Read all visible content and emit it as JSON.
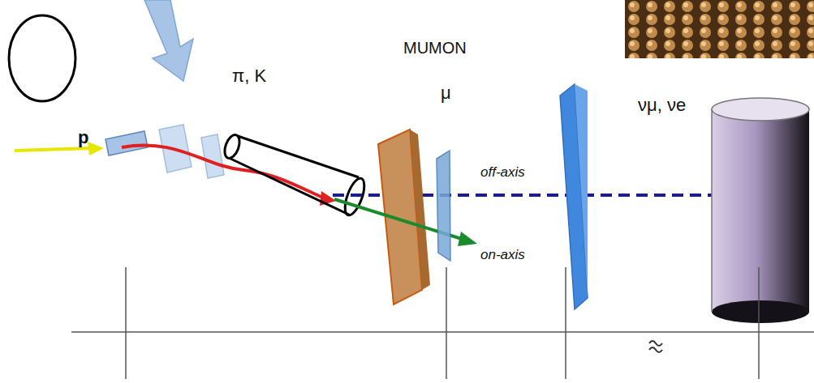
{
  "diagram": {
    "labels": [
      "p",
      "π, K",
      "MUMON",
      "μ",
      "off-axis",
      "on-axis",
      "νμ, νe"
    ]
  }
}
